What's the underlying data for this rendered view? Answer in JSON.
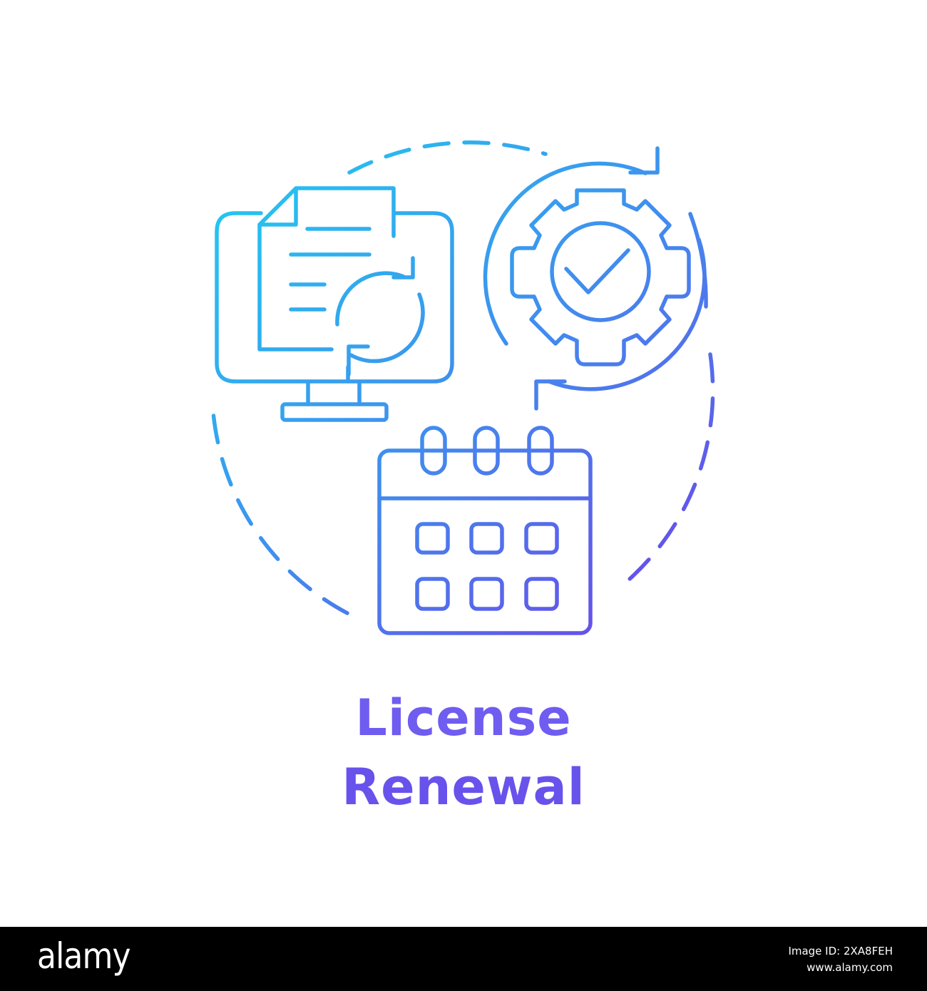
{
  "caption": {
    "line1": "License",
    "line2": "Renewal"
  },
  "icons": {
    "document": "document-sync-icon",
    "monitor": "monitor-icon",
    "gear": "gear-check-icon",
    "calendar": "calendar-icon",
    "frame": "dashed-circle-frame"
  },
  "colors": {
    "gradient_start": "#22c8f0",
    "gradient_end": "#6a49ea",
    "background": "#ffffff",
    "footer": "#000000"
  },
  "watermark": {
    "brand": "alamy",
    "image_id": "Image ID: 2XA8FEH",
    "site": "www.alamy.com"
  }
}
